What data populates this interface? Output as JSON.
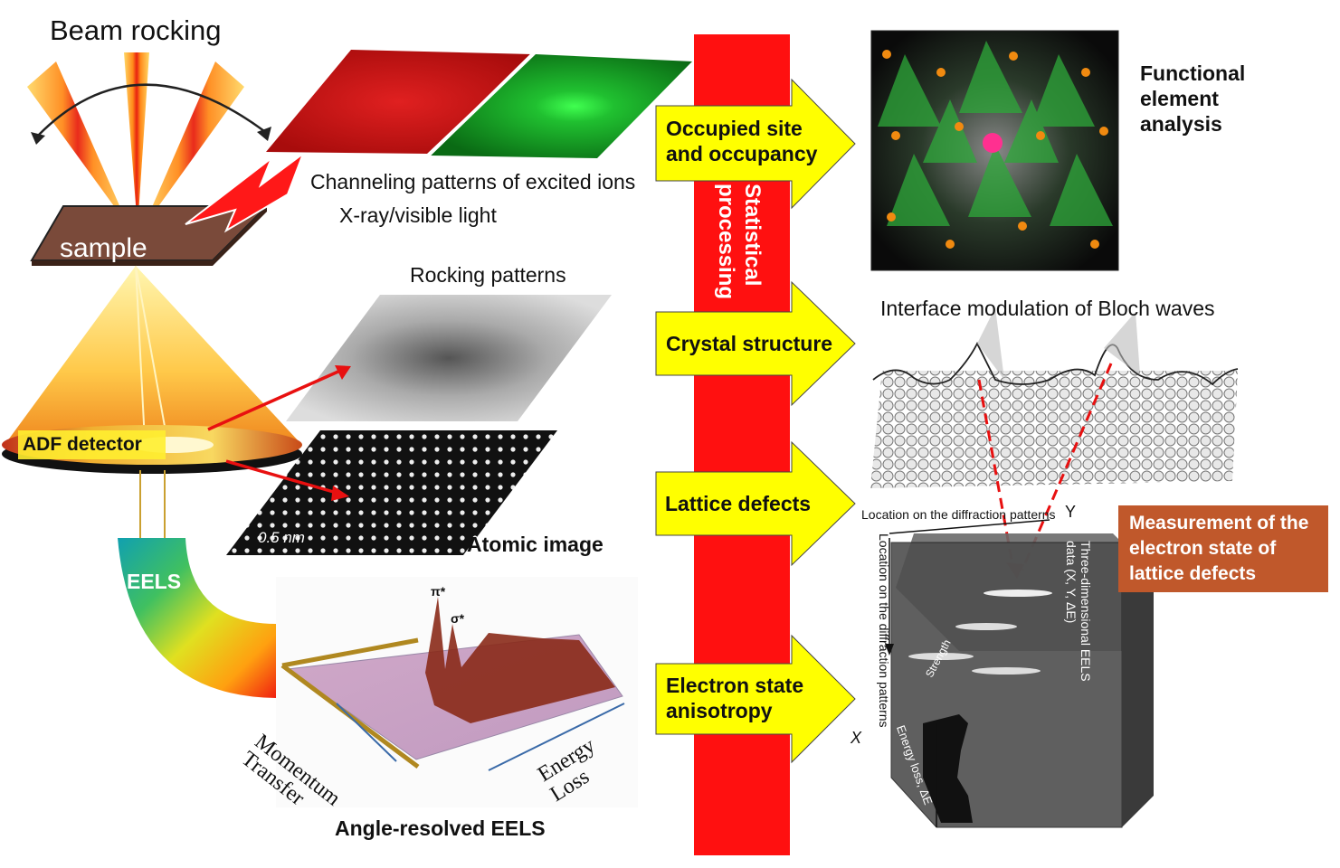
{
  "title": "Beam rocking",
  "sample_label": "sample",
  "detector_label": "ADF detector",
  "eels_label": "EELS",
  "channeling_label": "Channeling patterns of excited ions",
  "xray_label": "X-ray/visible light",
  "rocking_label": "Rocking patterns",
  "scale_label": "0.5 nm",
  "atomic_label": "Atomic image",
  "arpes_label": "Angle-resolved EELS",
  "eels_plot": {
    "pi": "π*",
    "sigma": "σ*",
    "momentum": "Momentum Transfer",
    "energy": "Energy Loss"
  },
  "processing_label": "Statistical processing",
  "arrows": [
    {
      "label": "Occupied site and occupancy"
    },
    {
      "label": "Crystal structure"
    },
    {
      "label": "Lattice defects"
    },
    {
      "label": "Electron state anisotropy"
    }
  ],
  "functional_label": "Functional element analysis",
  "bloch_label": "Interface modulation of Bloch waves",
  "cube": {
    "top_axis": "Location on the diffraction patterns",
    "y_letter": "Y",
    "side_axis": "Location on the diffraction patterns",
    "x_letter": "X",
    "data_label": "Three-dimensional EELS data (X, Y, ΔE)",
    "strength": "Strength",
    "energy_axis": "Energy loss, ΔE"
  },
  "measurement_label": "Measurement of the electron state of lattice defects",
  "colors": {
    "bar": "#ff1010",
    "arrow_fill": "#ffff00",
    "orange": "#c0582b"
  }
}
